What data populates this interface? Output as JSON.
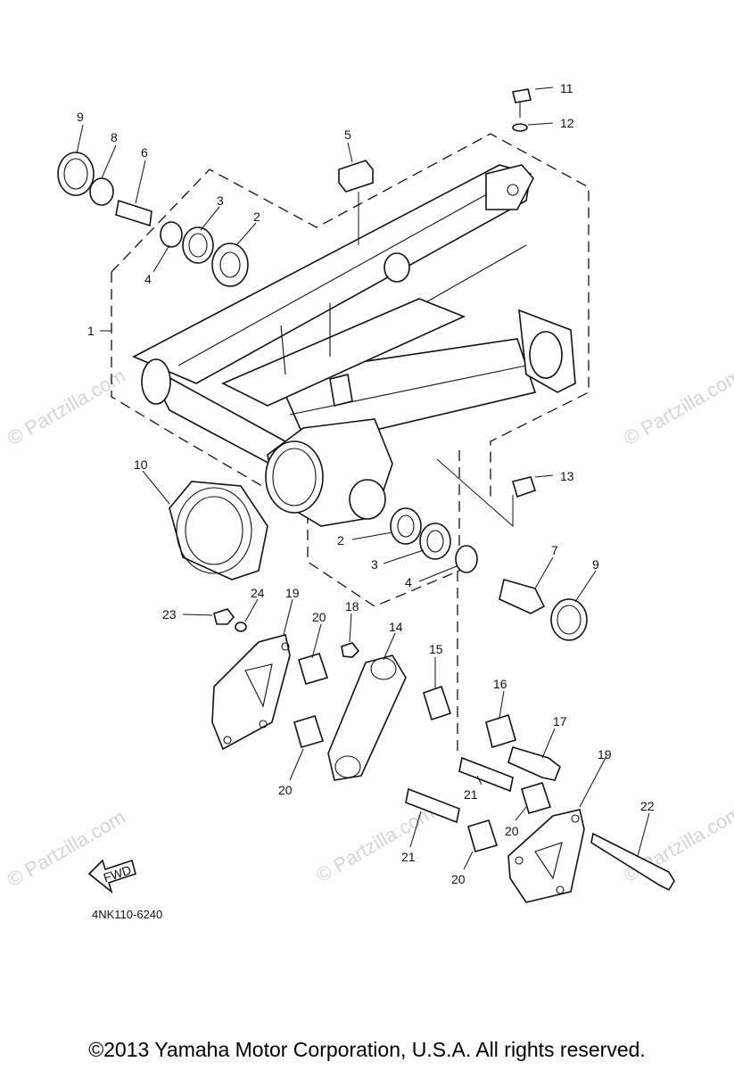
{
  "diagram": {
    "callouts": [
      {
        "id": "c1",
        "label": "1"
      },
      {
        "id": "c2a",
        "label": "2"
      },
      {
        "id": "c2b",
        "label": "2"
      },
      {
        "id": "c3a",
        "label": "3"
      },
      {
        "id": "c3b",
        "label": "3"
      },
      {
        "id": "c4a",
        "label": "4"
      },
      {
        "id": "c4b",
        "label": "4"
      },
      {
        "id": "c5",
        "label": "5"
      },
      {
        "id": "c6",
        "label": "6"
      },
      {
        "id": "c7",
        "label": "7"
      },
      {
        "id": "c8",
        "label": "8"
      },
      {
        "id": "c9a",
        "label": "9"
      },
      {
        "id": "c9b",
        "label": "9"
      },
      {
        "id": "c10",
        "label": "10"
      },
      {
        "id": "c11",
        "label": "11"
      },
      {
        "id": "c12",
        "label": "12"
      },
      {
        "id": "c13",
        "label": "13"
      },
      {
        "id": "c14",
        "label": "14"
      },
      {
        "id": "c15",
        "label": "15"
      },
      {
        "id": "c16",
        "label": "16"
      },
      {
        "id": "c17",
        "label": "17"
      },
      {
        "id": "c18",
        "label": "18"
      },
      {
        "id": "c19a",
        "label": "19"
      },
      {
        "id": "c19b",
        "label": "19"
      },
      {
        "id": "c20a",
        "label": "20"
      },
      {
        "id": "c20b",
        "label": "20"
      },
      {
        "id": "c20c",
        "label": "20"
      },
      {
        "id": "c20d",
        "label": "20"
      },
      {
        "id": "c21a",
        "label": "21"
      },
      {
        "id": "c21b",
        "label": "21"
      },
      {
        "id": "c22",
        "label": "22"
      },
      {
        "id": "c23",
        "label": "23"
      },
      {
        "id": "c24",
        "label": "24"
      }
    ],
    "fwd_label": "FWD",
    "diagram_code": "4NK110-6240",
    "watermark_text": "© Partzilla.com"
  },
  "footer": {
    "copyright": "©2013  Yamaha Motor Corporation, U.S.A. All rights reserved."
  }
}
